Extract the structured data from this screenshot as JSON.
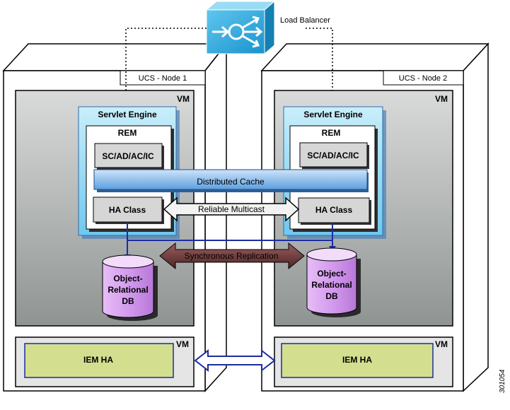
{
  "load_balancer": {
    "label": "Load Balancer",
    "icon": "load-balancer-icon",
    "color": "#2aa9e0"
  },
  "nodes": [
    {
      "ucs_label": "UCS - Node 1",
      "vm_label": "VM",
      "servlet_engine": "Servlet Engine",
      "rem": "REM",
      "components": "SC/AD/AC/IC",
      "ha_class": "HA Class",
      "db": [
        "Object-",
        "Relational",
        "DB"
      ],
      "iem_vm_label": "VM",
      "iem_ha": "IEM HA"
    },
    {
      "ucs_label": "UCS - Node 2",
      "vm_label": "VM",
      "servlet_engine": "Servlet Engine",
      "rem": "REM",
      "components": "SC/AD/AC/IC",
      "ha_class": "HA Class",
      "db": [
        "Object-",
        "Relational",
        "DB"
      ],
      "iem_vm_label": "VM",
      "iem_ha": "IEM HA"
    }
  ],
  "distributed_cache": "Distributed Cache",
  "reliable_multicast": "Reliable Multicast",
  "synchronous_replication": "Synchronous Replication",
  "figure_id": "301054",
  "colors": {
    "servlet_engine": "#bfe9f7",
    "vm_gray": "#a9adab",
    "cache_blue": "#7fb7ea",
    "db_purple": "#d9a6f0",
    "iem_green": "#d3df8f",
    "replication_arrow": "#6e3b3b",
    "link_blue": "#1c2c9e"
  }
}
